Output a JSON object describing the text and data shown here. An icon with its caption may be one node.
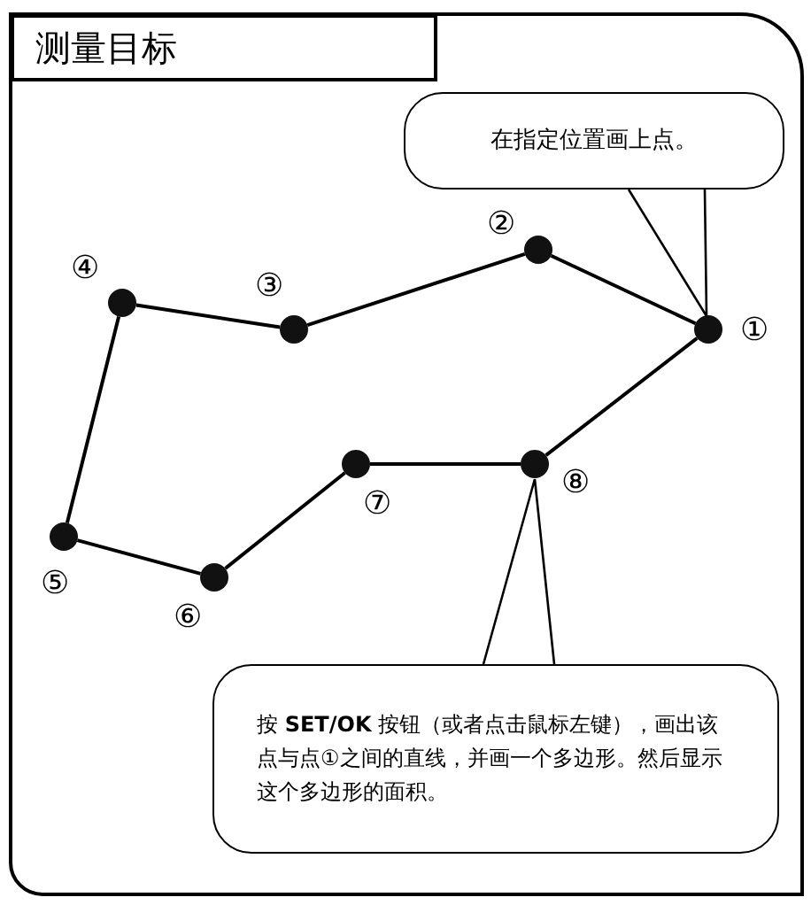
{
  "diagram": {
    "title": "测量目标",
    "nodes": [
      {
        "text": [
          "在指定位置画上点。"
        ]
      },
      {
        "text": [],
        "shape": "circle",
        "beside": [
          "①"
        ]
      },
      {
        "text": [],
        "shape": "circle",
        "beside": [
          "②"
        ]
      },
      {
        "text": [],
        "shape": "circle",
        "beside": [
          "③"
        ]
      },
      {
        "text": [],
        "shape": "circle",
        "beside": [
          "④"
        ]
      },
      {
        "text": [],
        "shape": "circle",
        "beside": [
          "⑤"
        ]
      },
      {
        "text": [],
        "shape": "circle",
        "beside": [
          "⑥"
        ]
      },
      {
        "text": [],
        "shape": "circle",
        "beside": [
          "⑦"
        ]
      },
      {
        "text": [],
        "shape": "circle",
        "beside": [
          "⑧"
        ]
      },
      {
        "text": [
          "按 **SET/OK** 按钮（或者点击鼠标左键），画出该点与点①之间的直线，并画一个多边形。然后显示这个多边形的面积。"
        ]
      }
    ],
    "edges": [
      {
        "from": 1,
        "to": 2,
        "arrow": "none"
      },
      {
        "from": 2,
        "to": 3,
        "arrow": "none"
      },
      {
        "from": 3,
        "to": 4,
        "arrow": "none"
      },
      {
        "from": 4,
        "to": 5,
        "arrow": "none"
      },
      {
        "from": 5,
        "to": 6,
        "arrow": "none"
      },
      {
        "from": 6,
        "to": 7,
        "arrow": "none"
      },
      {
        "from": 7,
        "to": 8,
        "arrow": "none"
      },
      {
        "from": 8,
        "to": 1,
        "arrow": "none"
      },
      {
        "from": 0,
        "to": 1,
        "arrow": "none"
      },
      {
        "from": 9,
        "to": 8,
        "arrow": "none"
      }
    ]
  }
}
